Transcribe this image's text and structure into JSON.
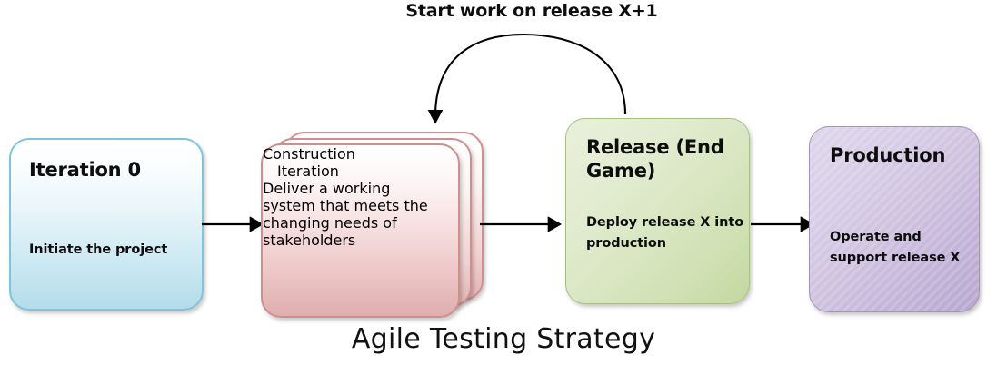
{
  "diagram": {
    "title": "Agile Testing Strategy",
    "loop_label": "Start work on release X+1",
    "boxes": [
      {
        "id": "iteration-0",
        "title": "Iteration 0",
        "description": "Initiate the project",
        "color": "#b4dceb",
        "border_color": "#7fc4dc",
        "stacked": false
      },
      {
        "id": "construction-iteration",
        "title_line1": "Construction",
        "title_line2": "Iteration",
        "description": "Deliver a working system that meets the  changing needs of stakeholders",
        "color": "#e0aeae",
        "border_color": "#d08f8f",
        "stacked": true,
        "stack_count": 3
      },
      {
        "id": "release-end-game",
        "title": "Release (End Game)",
        "description": "Deploy release X into production",
        "color": "#c3d79f",
        "border_color": "#a9bf86",
        "stacked": false
      },
      {
        "id": "production",
        "title": "Production",
        "description": "Operate and support release X",
        "color": "#b7a6ce",
        "border_color": "#a294bd",
        "stacked": false
      }
    ],
    "connectors": [
      {
        "id": "arrow-iteration0-to-construction",
        "from": "iteration-0",
        "to": "construction-iteration",
        "style": "straight-arrow",
        "color": "#000000"
      },
      {
        "id": "arrow-construction-to-release",
        "from": "construction-iteration",
        "to": "release-end-game",
        "style": "straight-arrow",
        "color": "#000000"
      },
      {
        "id": "arrow-release-to-production",
        "from": "release-end-game",
        "to": "production",
        "style": "straight-arrow",
        "color": "#000000"
      },
      {
        "id": "arrow-release-to-construction-loop",
        "from": "release-end-game",
        "to": "construction-iteration",
        "style": "curved-arrow",
        "label": "Start work on release X+1",
        "color": "#000000"
      }
    ]
  }
}
